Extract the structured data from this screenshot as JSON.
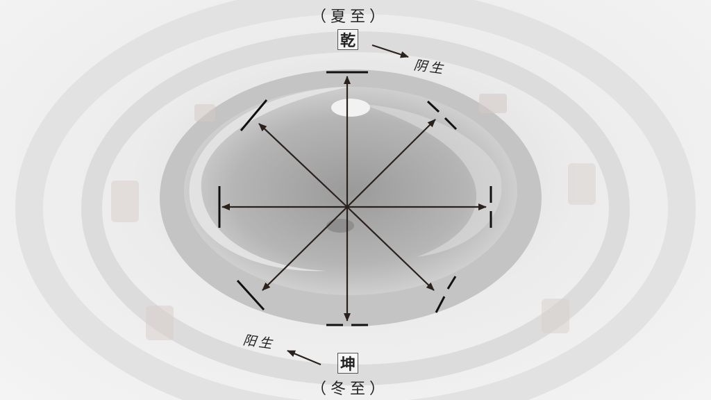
{
  "top": {
    "season": "（夏至）",
    "trigram": "乾",
    "note": "阴生"
  },
  "bottom": {
    "season": "（冬至）",
    "trigram": "坤",
    "note": "阳生"
  },
  "colors": {
    "arrow": "#2b211c",
    "bar": "#111111"
  }
}
